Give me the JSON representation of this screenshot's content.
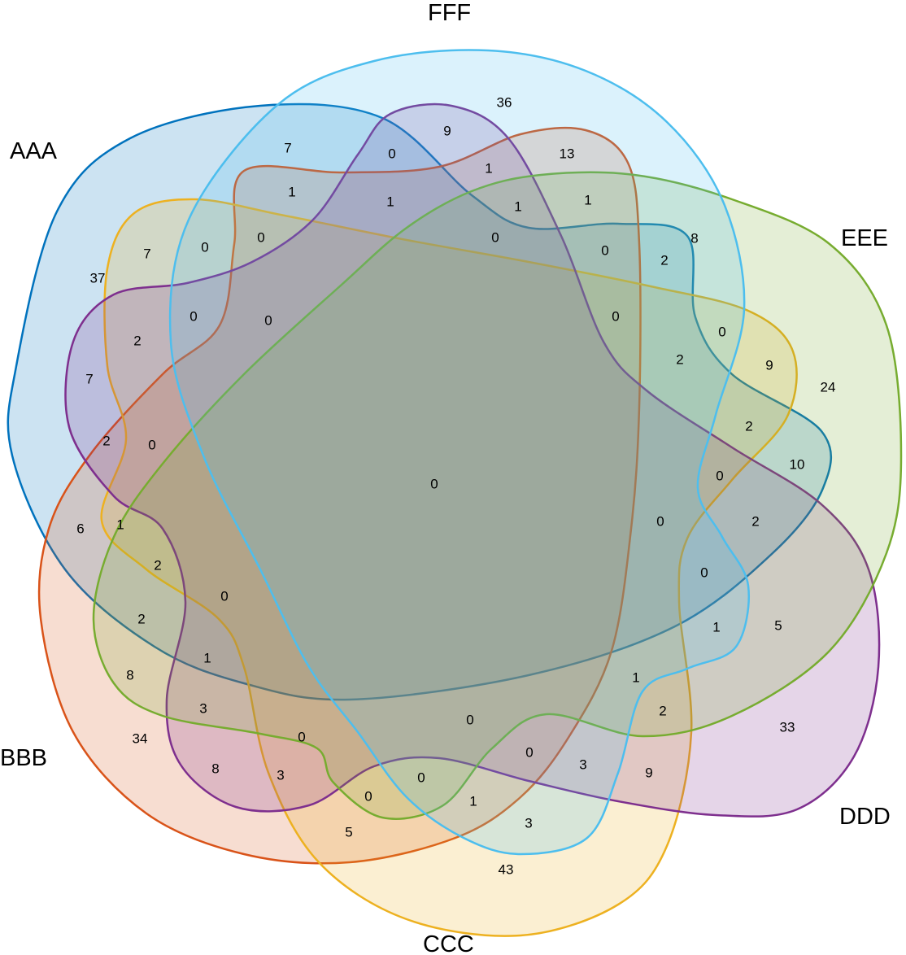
{
  "chart_data": {
    "type": "venn",
    "sets": [
      {
        "name": "AAA",
        "color": "#0072BD"
      },
      {
        "name": "BBB",
        "color": "#D95319"
      },
      {
        "name": "CCC",
        "color": "#EDB120"
      },
      {
        "name": "DDD",
        "color": "#7E2F8E"
      },
      {
        "name": "EEE",
        "color": "#77AC30"
      },
      {
        "name": "FFF",
        "color": "#4DBEEE"
      }
    ],
    "counts": [
      36,
      9,
      0,
      7,
      13,
      1,
      1,
      1,
      1,
      1,
      0,
      8,
      0,
      2,
      7,
      0,
      0,
      37,
      0,
      0,
      0,
      0,
      2,
      2,
      9,
      24,
      7,
      2,
      0,
      2,
      10,
      0,
      0,
      6,
      1,
      0,
      2,
      2,
      0,
      0,
      2,
      1,
      5,
      1,
      1,
      8,
      3,
      2,
      0,
      34,
      33,
      0,
      0,
      3,
      8,
      3,
      9,
      0,
      0,
      1,
      3,
      5,
      43
    ]
  }
}
